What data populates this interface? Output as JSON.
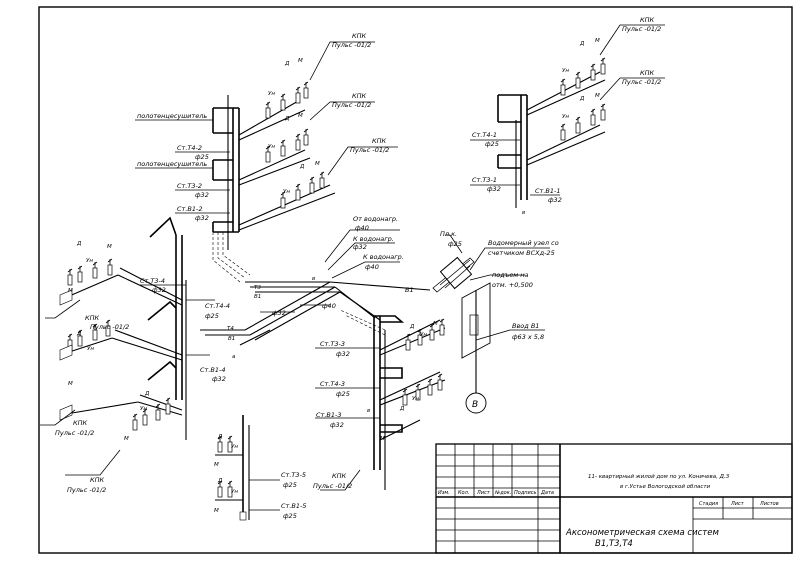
{
  "labels": {
    "kpk": "КПК",
    "puls": "Пульс -01/2",
    "polotence": "полотенцесушитель",
    "d": "Д",
    "m": "М",
    "un": "Ун",
    "ot_vodonagr": "От водонагр.",
    "k_vodonagr": "К водонагр.",
    "d40": "ф40",
    "d32": "ф32",
    "d25": "ф25",
    "t3": "Т3",
    "t4": "Т4",
    "b1": "В1",
    "b": "в",
    "a": "а",
    "pl_k": "Пл.к.",
    "vodomer_1": "Водомерный узел со",
    "vodomer_2": "счетчиком ВСХд-25",
    "podem_1": "подъем на",
    "podem_2": "отм. +0,500",
    "vvod": "Ввод В1",
    "vvod_d": "ф63 х 5,8",
    "axis_b": "В"
  },
  "risers": {
    "st_t4_2": "Ст.Т4-2",
    "st_t3_2": "Ст.Т3-2",
    "st_b1_2": "Ст.В1-2",
    "st_t4_1": "Ст.Т4-1",
    "st_t3_1": "Ст.Т3-1",
    "st_b1_1": "Ст.В1-1",
    "st_t3_4": "Ст.Т3-4",
    "st_t4_4": "Ст.Т4-4",
    "st_b1_4": "Ст.В1-4",
    "st_t3_3": "Ст.Т3-3",
    "st_t4_3": "Ст.Т4-3",
    "st_b1_3": "Ст.В1-3",
    "st_t3_5": "Ст.Т3-5",
    "st_b1_5": "Ст.В1-5"
  },
  "title_block": {
    "col_izm": "Изм.",
    "col_kol": "Кол.",
    "col_list": "Лист",
    "col_ndok": "№док.",
    "col_podpis": "Подпись",
    "col_data": "Дата",
    "project_line1": "11- квартирный жилой дом по ул. Коничева, Д.3",
    "project_line2": "в г.Устье Вологодской области",
    "stadia": "Стадия",
    "list": "Лист",
    "listov": "Листов",
    "sheet_title_1": "Аксонометрическая схема систем",
    "sheet_title_2": "В1,Т3,Т4"
  }
}
